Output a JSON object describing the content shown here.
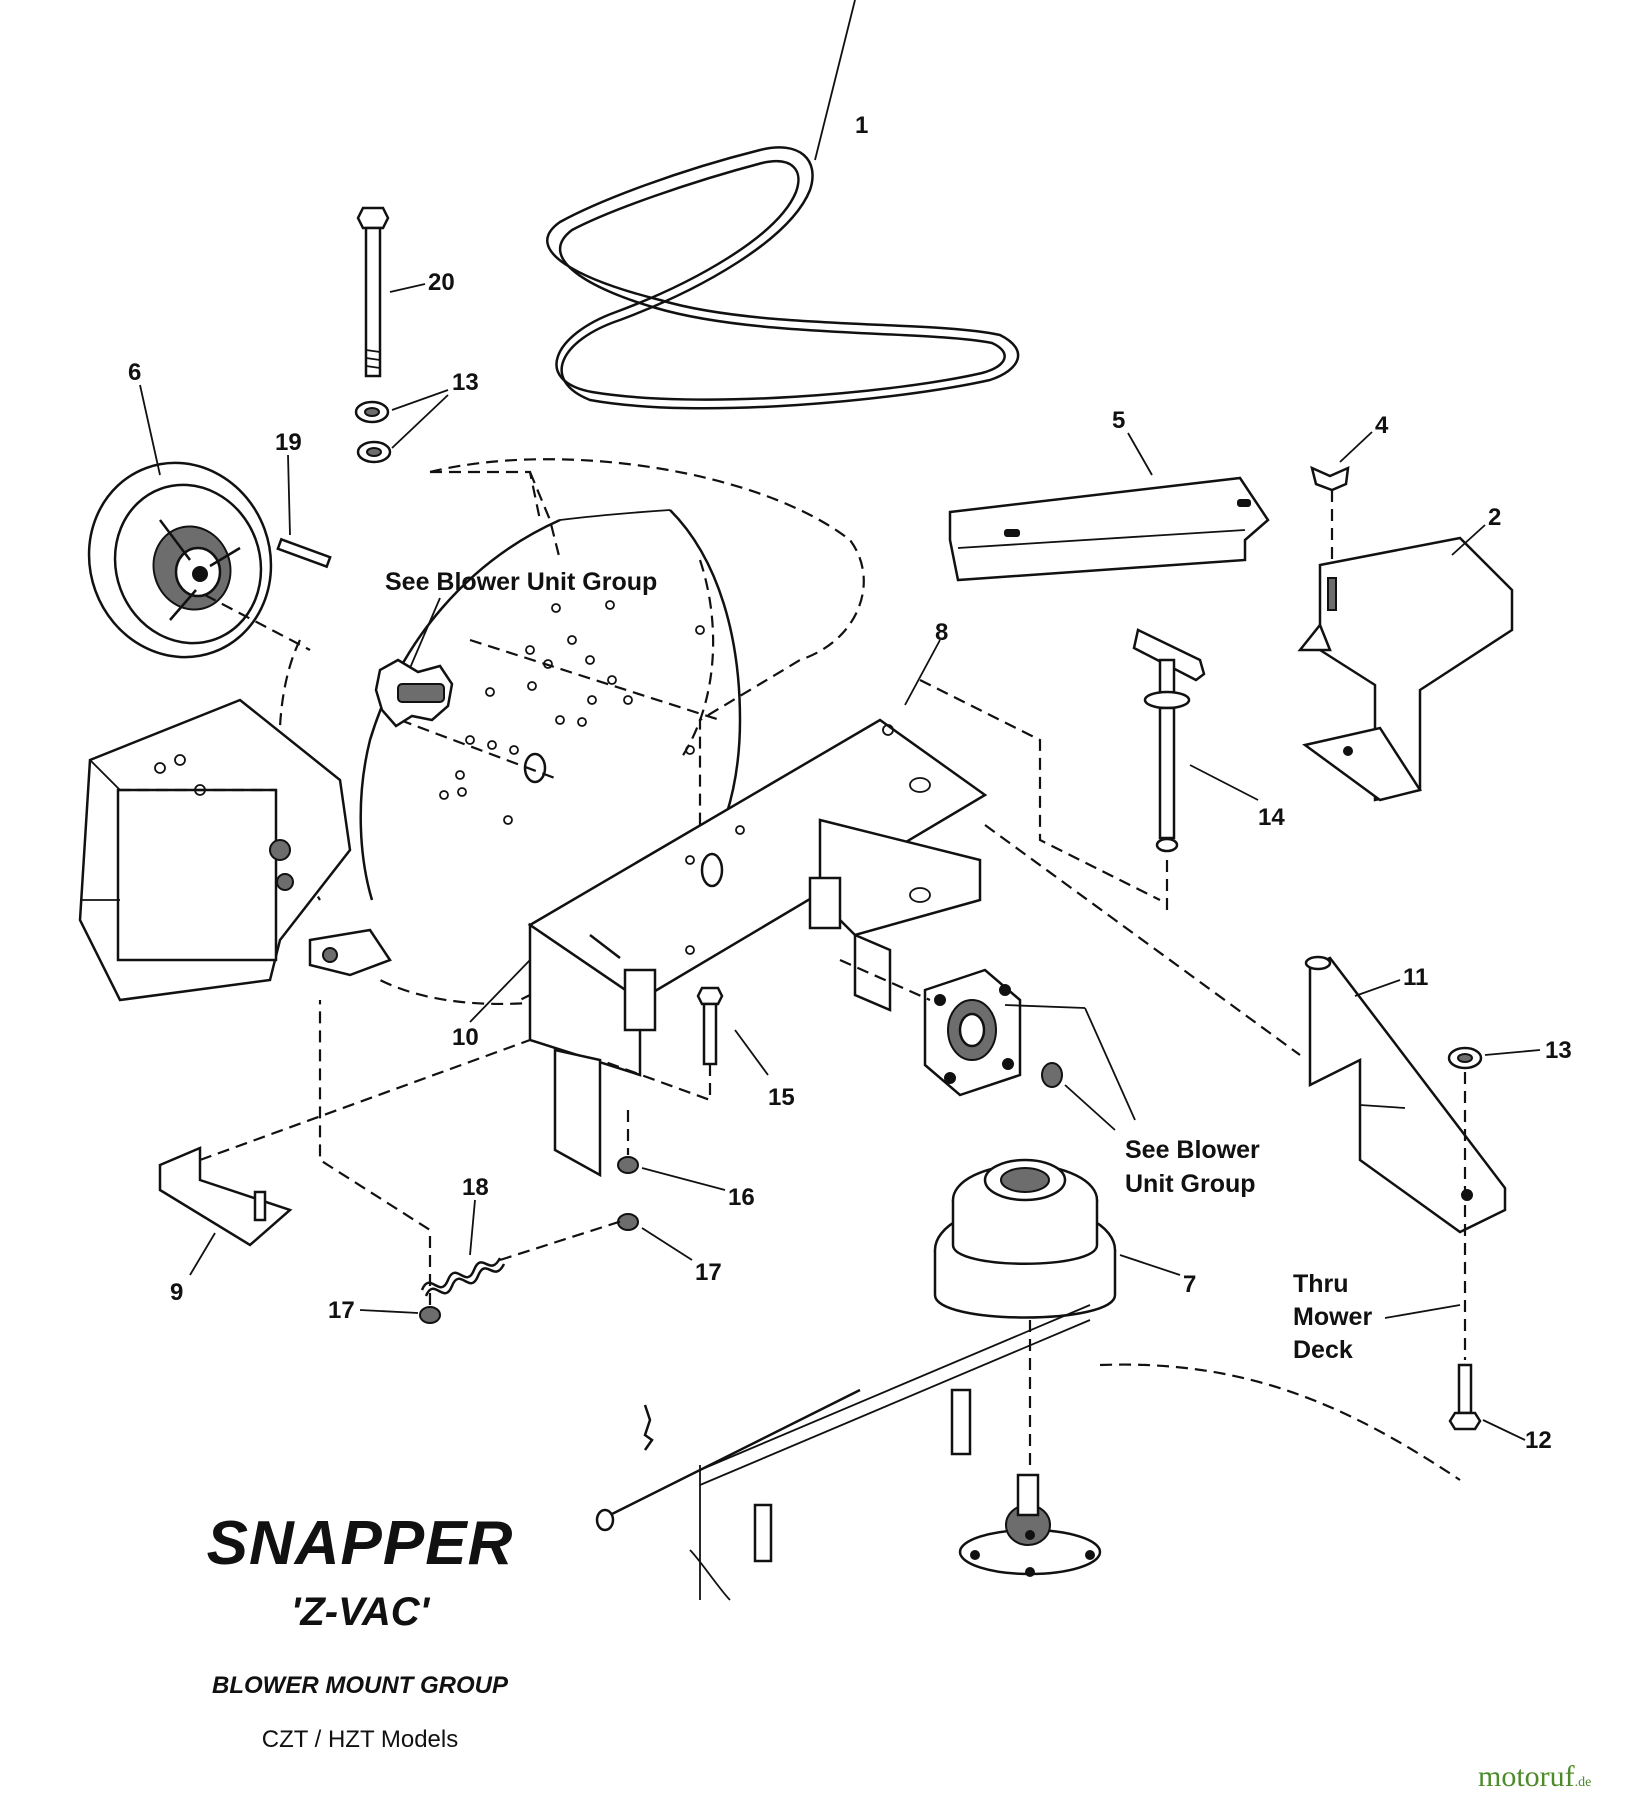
{
  "title": {
    "brand": "SNAPPER",
    "model": "'Z-VAC'",
    "group": "BLOWER MOUNT GROUP",
    "models": "CZT / HZT Models"
  },
  "notes": {
    "blower_unit_top": "See Blower Unit Group",
    "blower_unit_mid_1": "See Blower",
    "blower_unit_mid_2": "Unit Group",
    "thru_1": "Thru",
    "thru_2": "Mower",
    "thru_3": "Deck"
  },
  "callouts": {
    "c1": "1",
    "c2": "2",
    "c4": "4",
    "c5": "5",
    "c6": "6",
    "c7": "7",
    "c8": "8",
    "c9": "9",
    "c10": "10",
    "c11": "11",
    "c12": "12",
    "c13a": "13",
    "c13b": "13",
    "c14": "14",
    "c15": "15",
    "c16": "16",
    "c17a": "17",
    "c17b": "17",
    "c18": "18",
    "c19": "19",
    "c20": "20"
  },
  "watermark": {
    "text": "motoruf",
    "suffix": ".de"
  }
}
